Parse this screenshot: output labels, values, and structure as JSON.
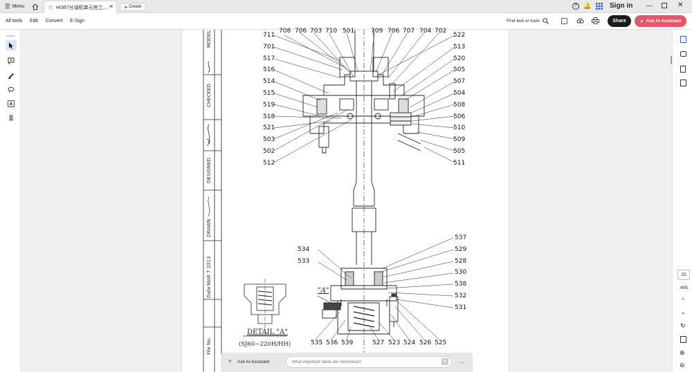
{
  "tabbar": {
    "menu_label": "Menu",
    "tab_title": "HI367分油机单元完工...",
    "create_label": "Create",
    "sign_in": "Sign in"
  },
  "toolbar": {
    "all_tools": "All tools",
    "edit": "Edit",
    "convert": "Convert",
    "esign": "E-Sign",
    "find": "Find text or tools",
    "share": "Share",
    "ai_assistant": "Ask AI Assistant"
  },
  "right_panel": {
    "page_number": "25",
    "page_count": "405"
  },
  "ai_bar": {
    "label": "Ask AI Assistant",
    "placeholder": "What important dates are mentioned?",
    "more": "..."
  },
  "drawing": {
    "title_block": [
      "MODEL",
      "CHECKED",
      "DESIGNED",
      "DRAWN",
      "Date",
      "File No.",
      "MAR 7 2013"
    ],
    "detail_title": "DETAIL \"A\"",
    "detail_subtitle": "(SJ60~220H/HH)",
    "label_a": "\"A\"",
    "top_labels": [
      "708",
      "706",
      "703",
      "710",
      "501",
      "709",
      "706",
      "707",
      "704",
      "702"
    ],
    "left_upper": [
      "711",
      "701",
      "517",
      "516",
      "514",
      "515",
      "519",
      "518",
      "521",
      "503",
      "502",
      "512"
    ],
    "right_upper": [
      "522",
      "513",
      "520",
      "505",
      "507",
      "504",
      "508",
      "506",
      "510",
      "509",
      "505",
      "511"
    ],
    "left_lower": [
      "534",
      "533"
    ],
    "right_lower": [
      "537",
      "529",
      "528",
      "530",
      "538",
      "532",
      "531"
    ],
    "bottom_labels": [
      "535",
      "536",
      "539",
      "527",
      "523",
      "524",
      "526",
      "525"
    ]
  }
}
